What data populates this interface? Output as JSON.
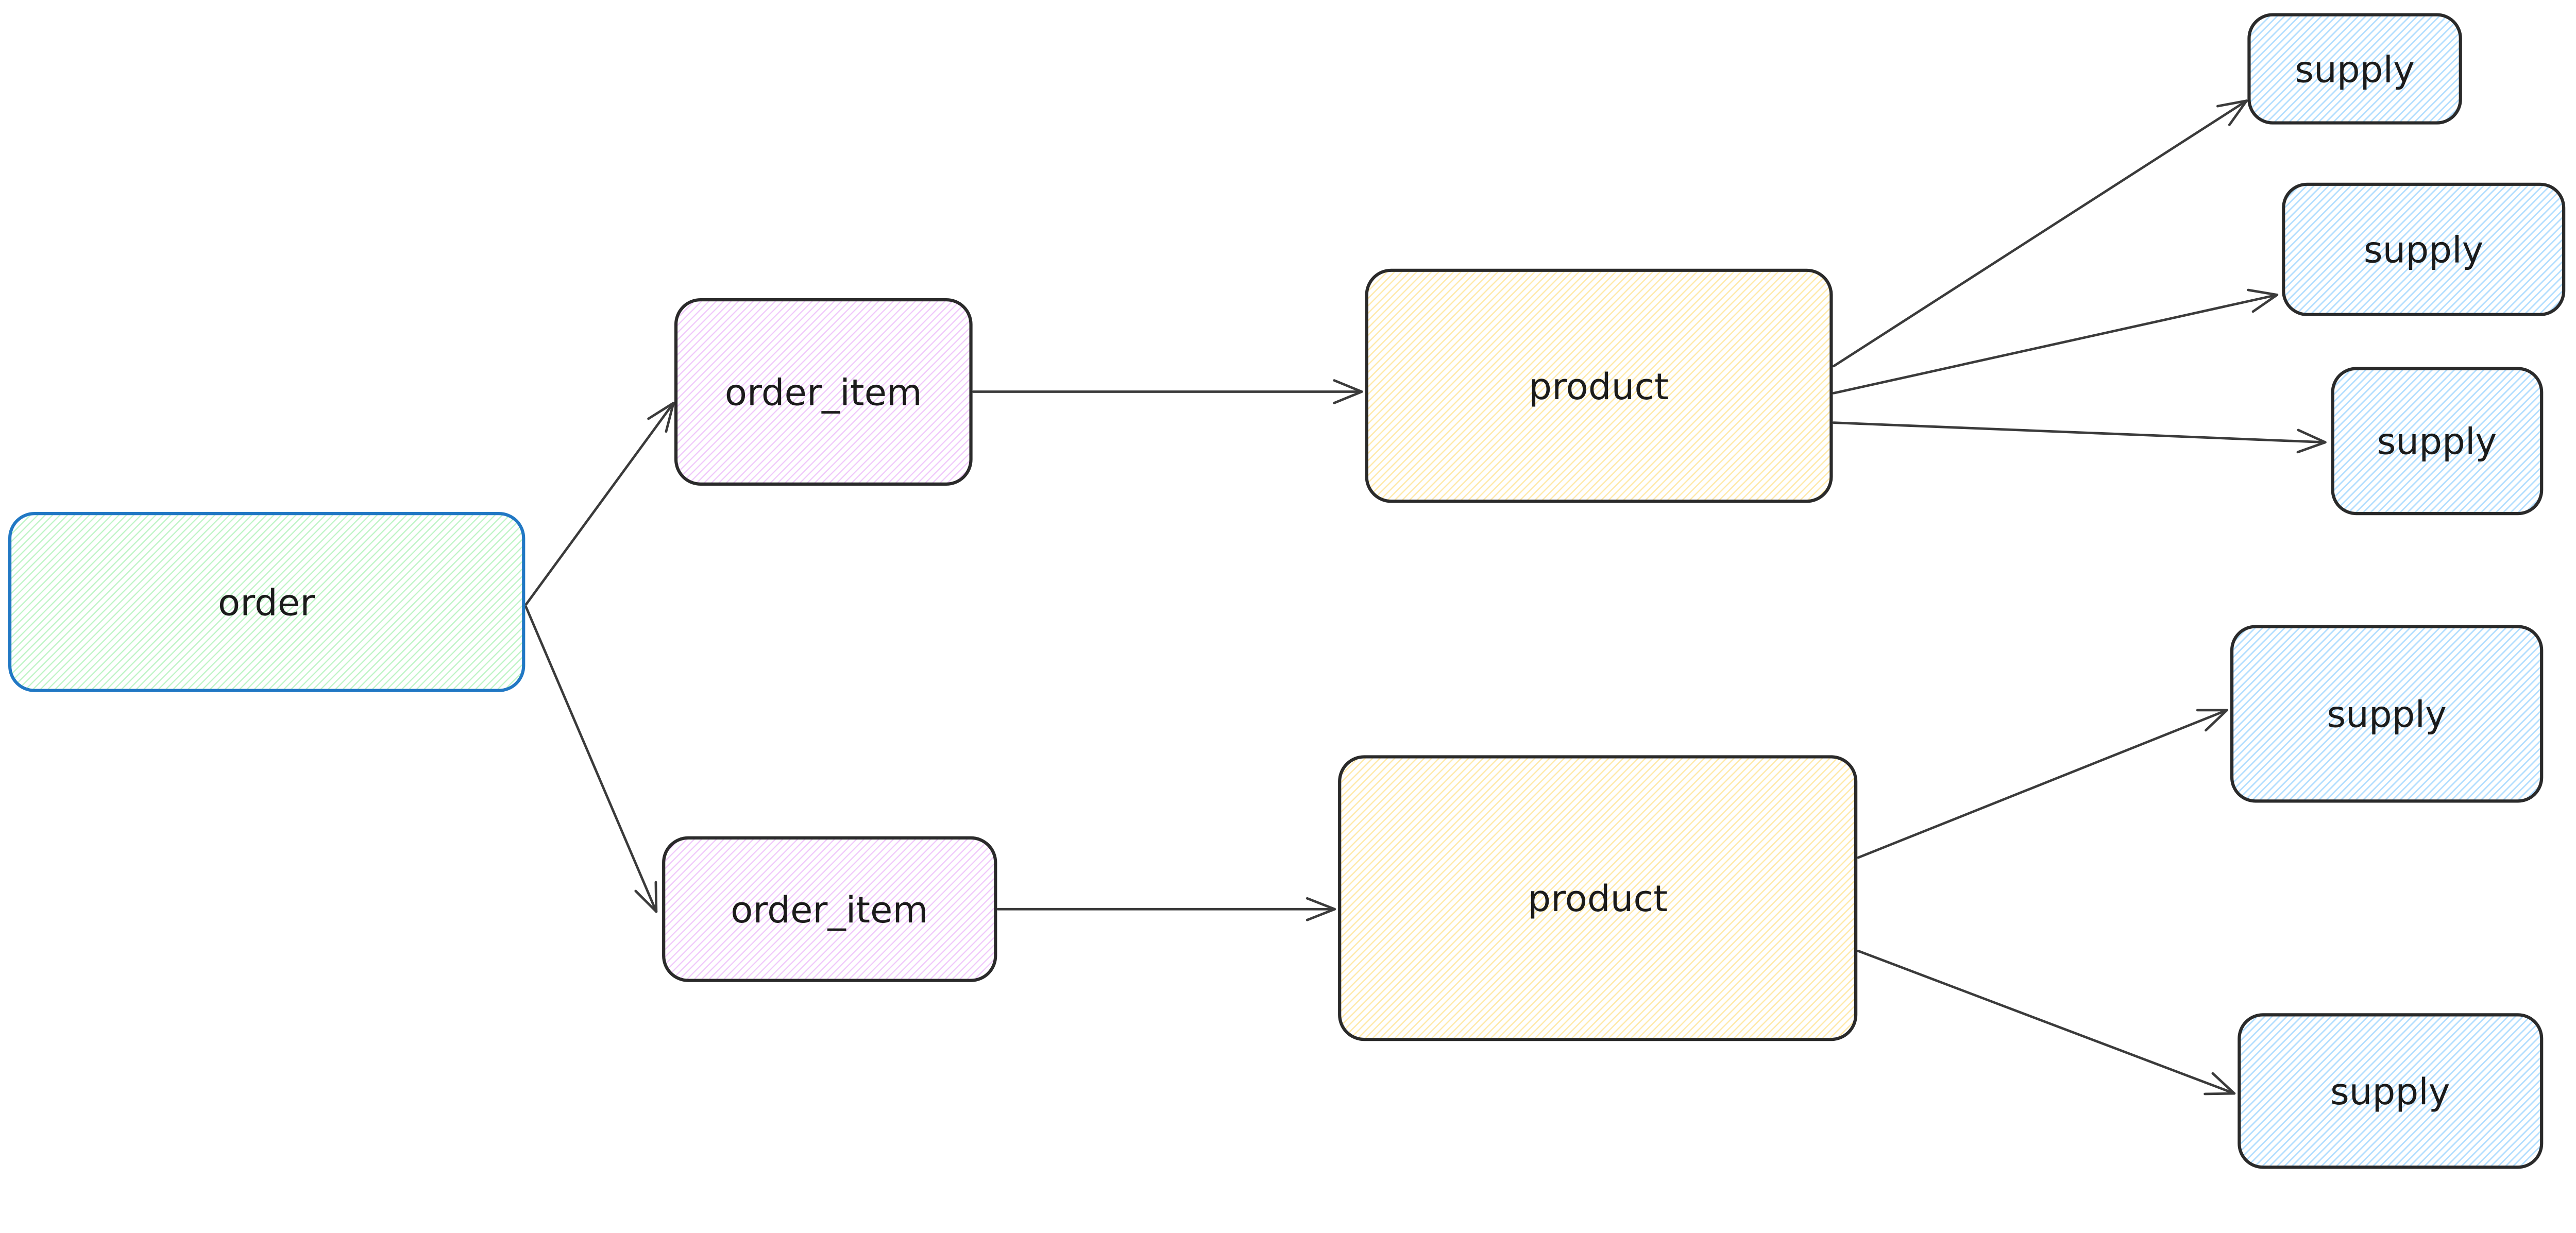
{
  "diagram": {
    "nodes": [
      {
        "id": "order",
        "label": "order",
        "fill_color": "#b2f2bb",
        "stroke_color": "#2178c4"
      },
      {
        "id": "order_item_top",
        "label": "order_item",
        "fill_color": "#eebefa",
        "stroke_color": "#2a2a2a"
      },
      {
        "id": "order_item_bottom",
        "label": "order_item",
        "fill_color": "#eebefa",
        "stroke_color": "#2a2a2a"
      },
      {
        "id": "product_top",
        "label": "product",
        "fill_color": "#ffec99",
        "stroke_color": "#2a2a2a"
      },
      {
        "id": "product_bottom",
        "label": "product",
        "fill_color": "#ffec99",
        "stroke_color": "#2a2a2a"
      },
      {
        "id": "supply_top_1",
        "label": "supply",
        "fill_color": "#a5d8ff",
        "stroke_color": "#2a2a2a"
      },
      {
        "id": "supply_top_2",
        "label": "supply",
        "fill_color": "#a5d8ff",
        "stroke_color": "#2a2a2a"
      },
      {
        "id": "supply_top_3",
        "label": "supply",
        "fill_color": "#a5d8ff",
        "stroke_color": "#2a2a2a"
      },
      {
        "id": "supply_bottom_1",
        "label": "supply",
        "fill_color": "#a5d8ff",
        "stroke_color": "#2a2a2a"
      },
      {
        "id": "supply_bottom_2",
        "label": "supply",
        "fill_color": "#a5d8ff",
        "stroke_color": "#2a2a2a"
      }
    ],
    "edges": [
      {
        "from": "order",
        "to": "order_item_top"
      },
      {
        "from": "order",
        "to": "order_item_bottom"
      },
      {
        "from": "order_item_top",
        "to": "product_top"
      },
      {
        "from": "order_item_bottom",
        "to": "product_bottom"
      },
      {
        "from": "product_top",
        "to": "supply_top_1"
      },
      {
        "from": "product_top",
        "to": "supply_top_2"
      },
      {
        "from": "product_top",
        "to": "supply_top_3"
      },
      {
        "from": "product_bottom",
        "to": "supply_bottom_1"
      },
      {
        "from": "product_bottom",
        "to": "supply_bottom_2"
      }
    ],
    "palette": {
      "green_fill": "#b2f2bb",
      "violet_fill": "#eebefa",
      "yellow_fill": "#ffe599",
      "blue_fill": "#a5d8ff",
      "blue_stroke": "#2178c4",
      "dark_stroke": "#2a2a2a"
    },
    "style": {
      "arrow_color": "#3b3b3b",
      "text_color": "#1b1b1b",
      "background_color": "#ffffff"
    }
  }
}
